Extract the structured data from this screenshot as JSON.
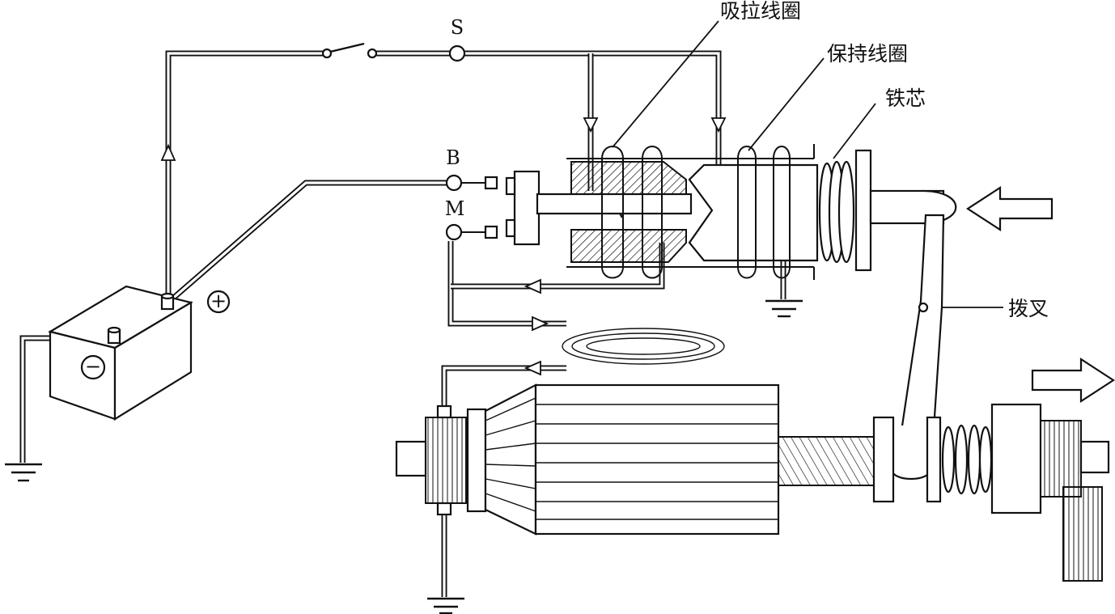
{
  "terminals": {
    "s": "S",
    "b": "B",
    "m": "M"
  },
  "labels": {
    "pull_in_coil": "吸拉线圈",
    "hold_in_coil": "保持线圈",
    "iron_core": "铁芯",
    "shift_fork": "拨叉"
  },
  "battery": {
    "positive": "+",
    "negative": "−"
  },
  "colors": {
    "line": "#111111",
    "background": "#ffffff",
    "hatch": "#111111"
  },
  "icons": [
    "ground-symbol",
    "flow-arrow",
    "push-arrow",
    "ignition-switch"
  ]
}
